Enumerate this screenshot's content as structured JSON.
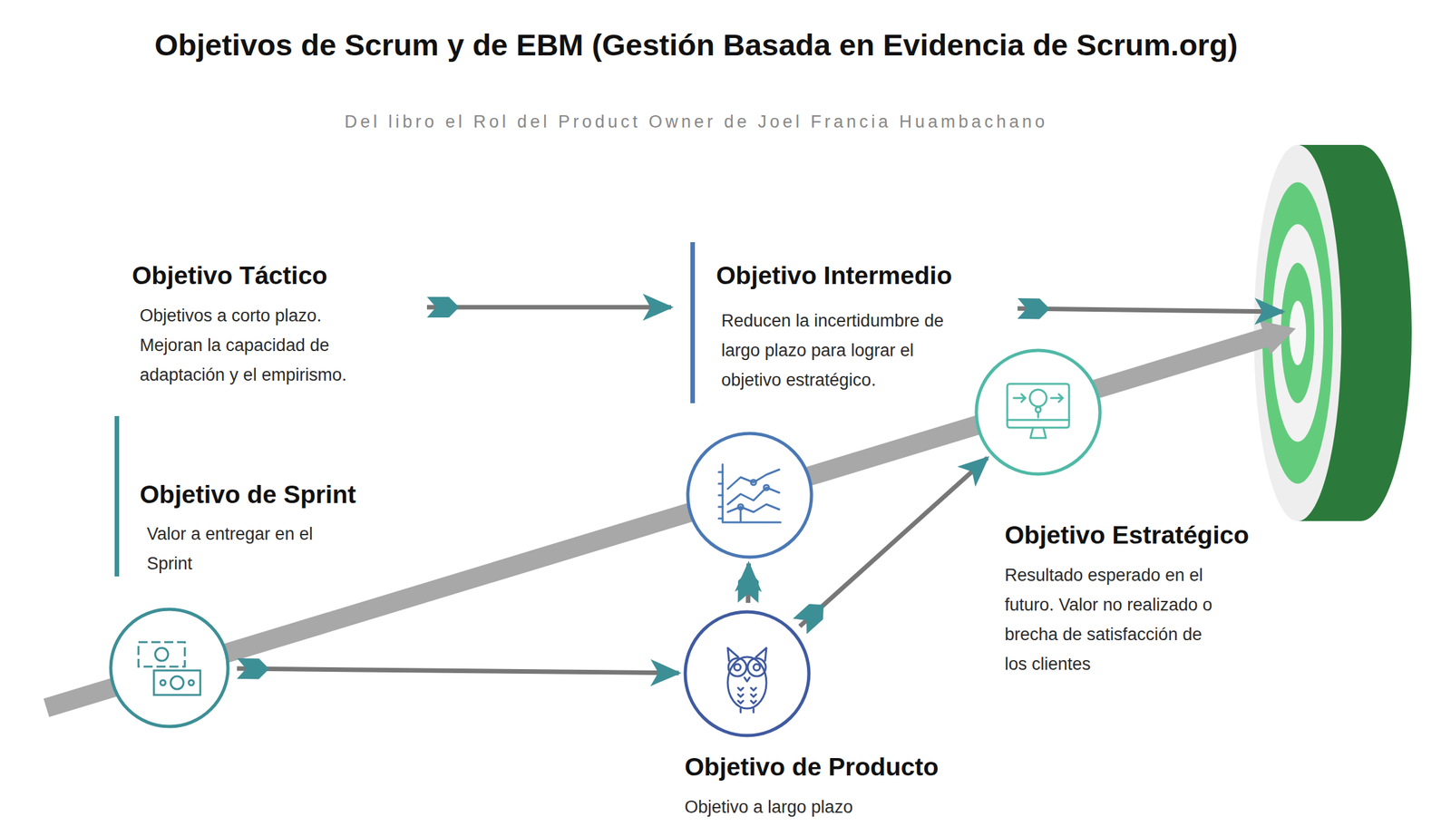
{
  "diagram": {
    "title": "Objetivos de Scrum y de EBM (Gestión Basada en Evidencia de Scrum.org)",
    "caption": "Del libro el Rol del Product Owner de Joel Francia Huambachano",
    "nodes": [
      {
        "text": [
          "Objetivo Táctico",
          "Objetivos a corto plazo. Mejoran la capacidad de adaptación y el empirismo."
        ]
      },
      {
        "text": [
          "Objetivo Intermedio",
          "Reducen la incertidumbre de largo plazo para lograr el objetivo estratégico."
        ]
      },
      {
        "text": [
          "Objetivo de Sprint",
          "Valor a entregar en el Sprint"
        ]
      },
      {
        "text": [
          "Objetivo de Producto",
          "Objetivo a largo plazo"
        ]
      },
      {
        "text": [
          "Objetivo Estratégico",
          "Resultado esperado en el futuro. Valor no realizado o brecha de satisfacción de los clientes"
        ]
      }
    ],
    "edges": [
      {
        "from": 0,
        "to": 1,
        "arrow": "to"
      },
      {
        "from": 2,
        "to": 3,
        "arrow": "to"
      },
      {
        "from": 3,
        "to": 1,
        "arrow": "to"
      },
      {
        "from": 3,
        "to": 4,
        "arrow": "to"
      }
    ]
  }
}
